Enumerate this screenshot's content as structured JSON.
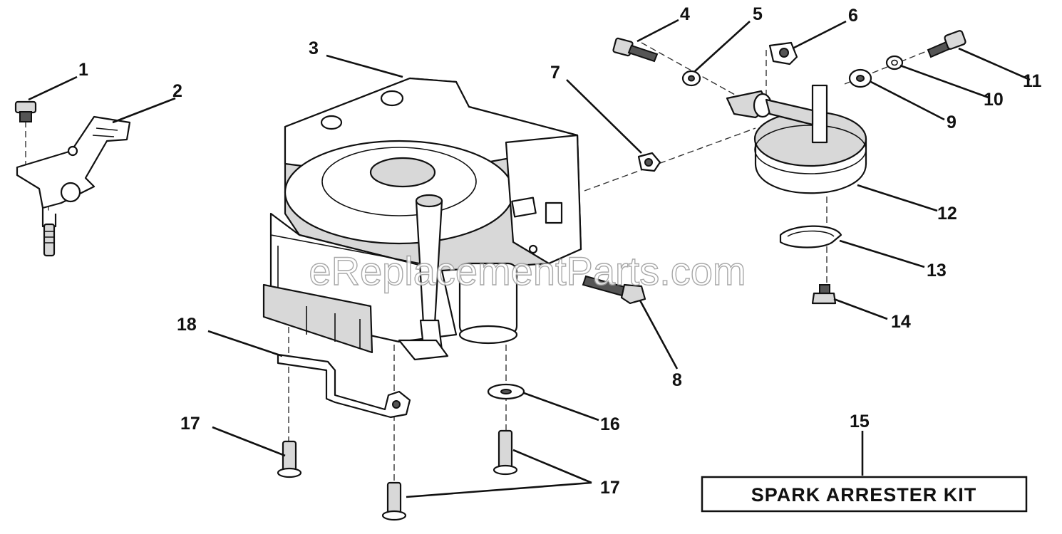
{
  "diagram": {
    "callouts": [
      {
        "id": "1",
        "label": "1"
      },
      {
        "id": "2",
        "label": "2"
      },
      {
        "id": "3",
        "label": "3"
      },
      {
        "id": "4",
        "label": "4"
      },
      {
        "id": "5",
        "label": "5"
      },
      {
        "id": "6",
        "label": "6"
      },
      {
        "id": "7",
        "label": "7"
      },
      {
        "id": "8",
        "label": "8"
      },
      {
        "id": "9",
        "label": "9"
      },
      {
        "id": "10",
        "label": "10"
      },
      {
        "id": "11",
        "label": "11"
      },
      {
        "id": "12",
        "label": "12"
      },
      {
        "id": "13",
        "label": "13"
      },
      {
        "id": "14",
        "label": "14"
      },
      {
        "id": "15",
        "label": "15"
      },
      {
        "id": "16",
        "label": "16"
      },
      {
        "id": "17a",
        "label": "17"
      },
      {
        "id": "17b",
        "label": "17"
      },
      {
        "id": "18",
        "label": "18"
      }
    ],
    "kit_label": "SPARK ARRESTER KIT",
    "watermark": "eReplacementParts.com"
  }
}
